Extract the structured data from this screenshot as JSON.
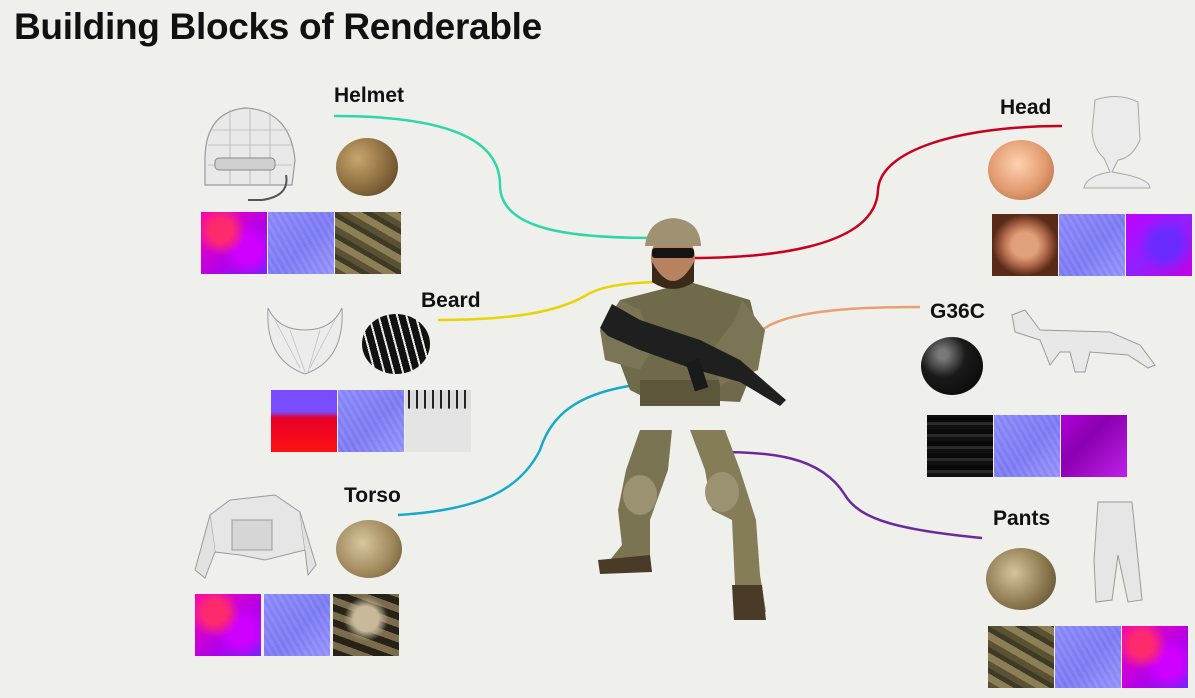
{
  "slide": {
    "title": "Building Blocks of Renderable"
  },
  "parts": {
    "helmet": {
      "label": "Helmet",
      "line_color": "#2fd6a8"
    },
    "beard": {
      "label": "Beard",
      "line_color": "#e8d400"
    },
    "torso": {
      "label": "Torso",
      "line_color": "#16a9c8"
    },
    "head": {
      "label": "Head",
      "line_color": "#c8001e"
    },
    "g36c": {
      "label": "G36C",
      "line_color": "#e8a070"
    },
    "pants": {
      "label": "Pants",
      "line_color": "#6a2a9c"
    }
  },
  "colors": {
    "background": "#efefec",
    "title_text": "#111111"
  }
}
